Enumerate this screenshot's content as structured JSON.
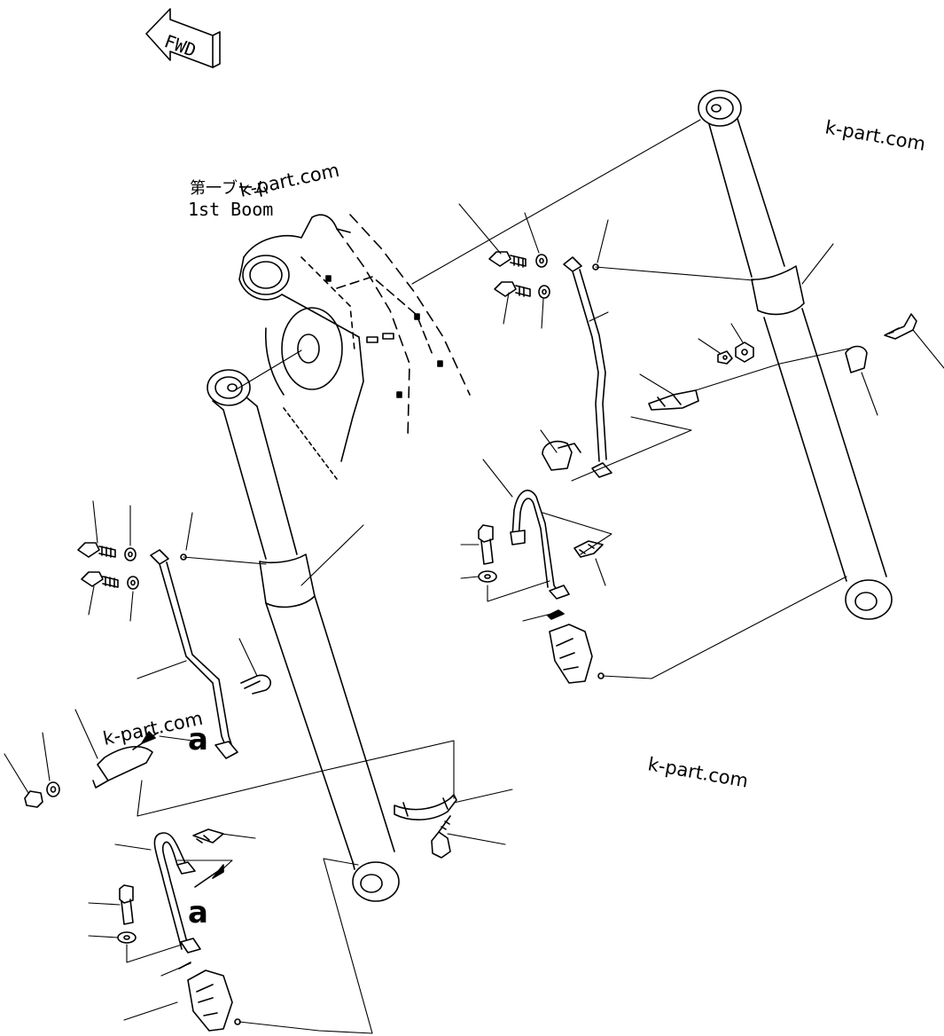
{
  "labels": {
    "fwd": "FWD",
    "boom_jp": "第一ブーム",
    "boom_en": "1st Boom",
    "ref_a_left": "a",
    "ref_a_bottom": "a"
  },
  "watermarks": [
    "k-part.com",
    "k-part.com",
    "k-part.com",
    "k-part.com"
  ],
  "colors": {
    "line": "#000000",
    "background": "#ffffff"
  }
}
